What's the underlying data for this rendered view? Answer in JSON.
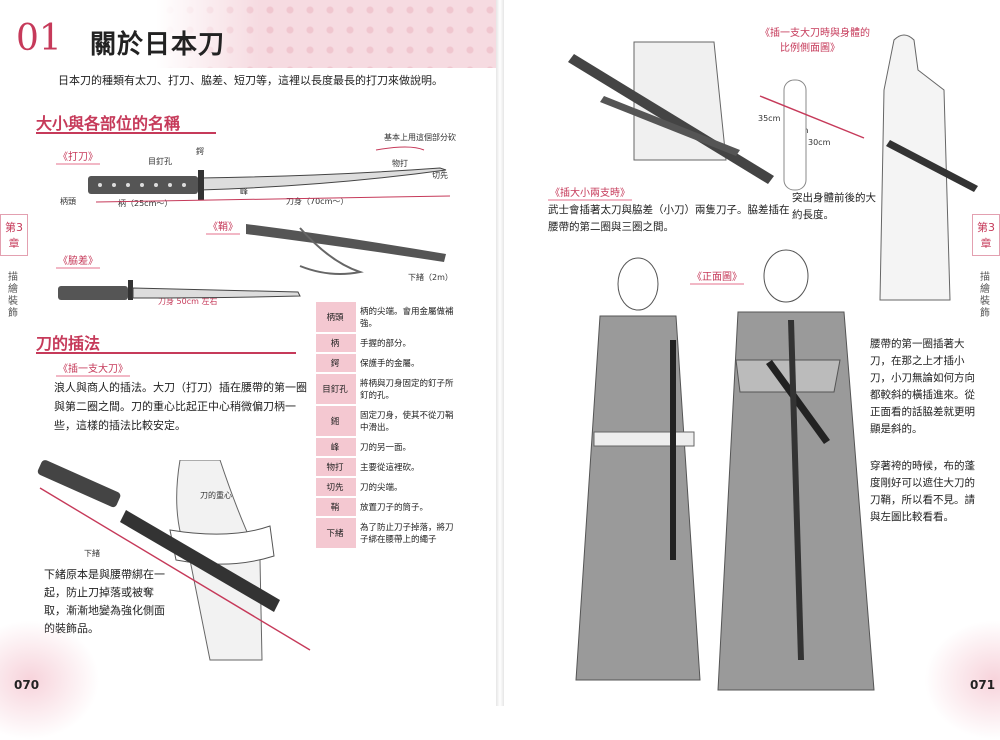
{
  "left": {
    "chapter_number": "01",
    "title": "關於日本刀",
    "intro": "日本刀的種類有太刀、打刀、脇差、短刀等，這裡以長度最長的打刀來做說明。",
    "section1_heading": "大小與各部位的名稱",
    "uchigatana_label": "《打刀》",
    "saya_label": "《鞘》",
    "wakizashi_label": "《脇差》",
    "note_top": "基本上用這個部分砍",
    "parts": {
      "tsuba": "鍔",
      "mekugi": "目釘孔",
      "mune": "峰",
      "monouchi": "物打",
      "kissaki": "切先",
      "tsukagashira": "柄頭",
      "tsuka_len": "柄（25cm～）",
      "blade_len": "刀身（70cm～）",
      "sageo_len": "下緒（2m）",
      "wakizashi_len": "刀身 50cm 左右",
      "center_of_gravity": "刀的重心",
      "sageo": "下緒"
    },
    "section2_heading": "刀的插法",
    "single_label": "《插一支大刀》",
    "single_text": [
      "浪人與商人的插法。大刀（打刀）插在腰帶的第一圈",
      "與第二圈之間。刀的重心比起正中心稍微偏刀柄一",
      "些，這樣的插法比較安定。"
    ],
    "sageo_text": [
      "下緒原本是與腰帶綁在一",
      "起，防止刀掉落或被奪",
      "取，漸漸地變為強化側面",
      "的裝飾品。"
    ],
    "terms": [
      {
        "k": "柄頭",
        "v": "柄的尖端。會用金屬做補強。"
      },
      {
        "k": "柄",
        "v": "手握的部分。"
      },
      {
        "k": "鍔",
        "v": "保護手的金屬。"
      },
      {
        "k": "目釘孔",
        "v": "將柄與刀身固定的釘子所釘的孔。"
      },
      {
        "k": "鎺",
        "v": "固定刀身，使其不從刀鞘中滑出。"
      },
      {
        "k": "峰",
        "v": "刀的另一面。"
      },
      {
        "k": "物打",
        "v": "主要從這裡砍。"
      },
      {
        "k": "切先",
        "v": "刀的尖端。"
      },
      {
        "k": "鞘",
        "v": "放置刀子的筒子。"
      },
      {
        "k": "下緒",
        "v": "為了防止刀子掉落，將刀子綁在腰帶上的繩子"
      }
    ],
    "side_tab": "第3章",
    "side_sub": "描繪裝飾",
    "page_number": "070"
  },
  "right": {
    "proportion_label": [
      "《插一支大刀時與身體的",
      "比例側面圖》"
    ],
    "measure_35": "35cm",
    "measure_30a": "30cm",
    "measure_30b": "30cm",
    "protrude_text": [
      "突出身體前後的大",
      "約長度。"
    ],
    "two_label": "《插大小兩支時》",
    "two_text": [
      "武士會插著太刀與脇差（小刀）兩隻刀子。脇差插在",
      "腰帶的第二圈與三圈之間。"
    ],
    "front_label": "《正面圖》",
    "front_text": [
      "腰帶的第一圈插著大",
      "刀，在那之上才插小",
      "刀，小刀無論如何方向",
      "都較斜的橫插進來。從",
      "正面看的話脇差就更明",
      "顯是斜的。"
    ],
    "hakama_text": [
      "穿著袴的時候，布的蓬",
      "度剛好可以遮住大刀的",
      "刀鞘，所以看不見。請",
      "與左圖比較看看。"
    ],
    "side_tab": "第3章",
    "side_sub": "描繪裝飾",
    "page_number": "071"
  }
}
